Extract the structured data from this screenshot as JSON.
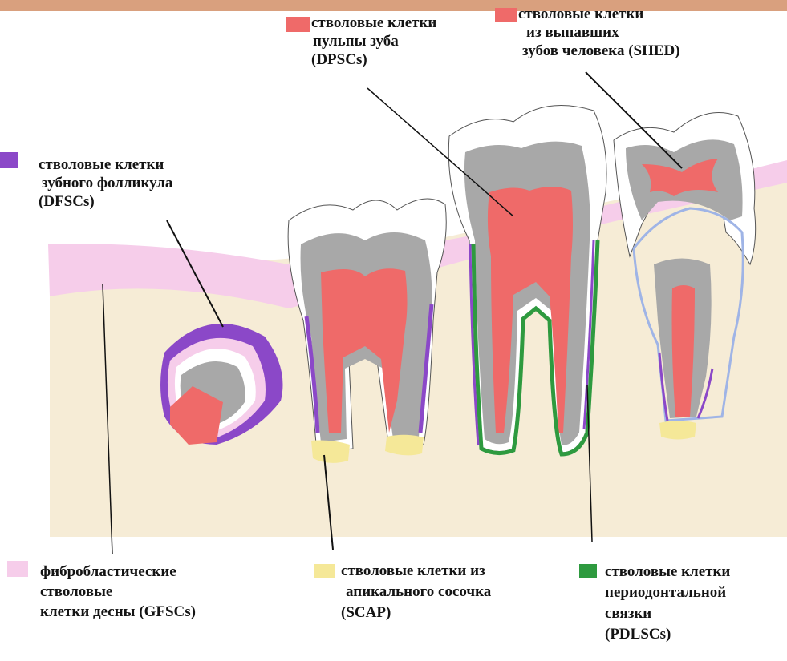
{
  "colors": {
    "pulp": "#ef6a69",
    "dentin": "#a8a8a8",
    "enamel": "#ffffff",
    "follicle": "#8b48c8",
    "gingiva": "#f6cdea",
    "apical_papilla": "#f5e898",
    "periodontal_ligament": "#2e9a3f",
    "bone": "#f6ecd6",
    "root_sheath": "#9fb4e6"
  },
  "labels": {
    "dpsc": {
      "lines": [
        "стволовые клетки",
        "пульпы зуба",
        "(DPSCs)"
      ],
      "swatch_color": "#ef6a69"
    },
    "shed": {
      "lines": [
        "стволовые клетки",
        "из выпавших",
        "зубов человека  (SHED)"
      ],
      "swatch_color": "#ef6a69"
    },
    "dfsc": {
      "lines": [
        "стволовые клетки",
        "зубного фолликула",
        "(DFSCs)"
      ],
      "swatch_color": "#8b48c8"
    },
    "gfsc": {
      "lines": [
        "фибробластические",
        "стволовые",
        "клетки десны (GFSCs)"
      ],
      "swatch_color": "#f6cdea"
    },
    "scap": {
      "lines": [
        "стволовые клетки из",
        "апикального сосочка",
        "(SCAP)"
      ],
      "swatch_color": "#f5e898"
    },
    "pdlsc": {
      "lines": [
        "стволовые клетки",
        "периодонтальной",
        "связки",
        "(PDLSCs)"
      ],
      "swatch_color": "#2e9a3f"
    }
  }
}
